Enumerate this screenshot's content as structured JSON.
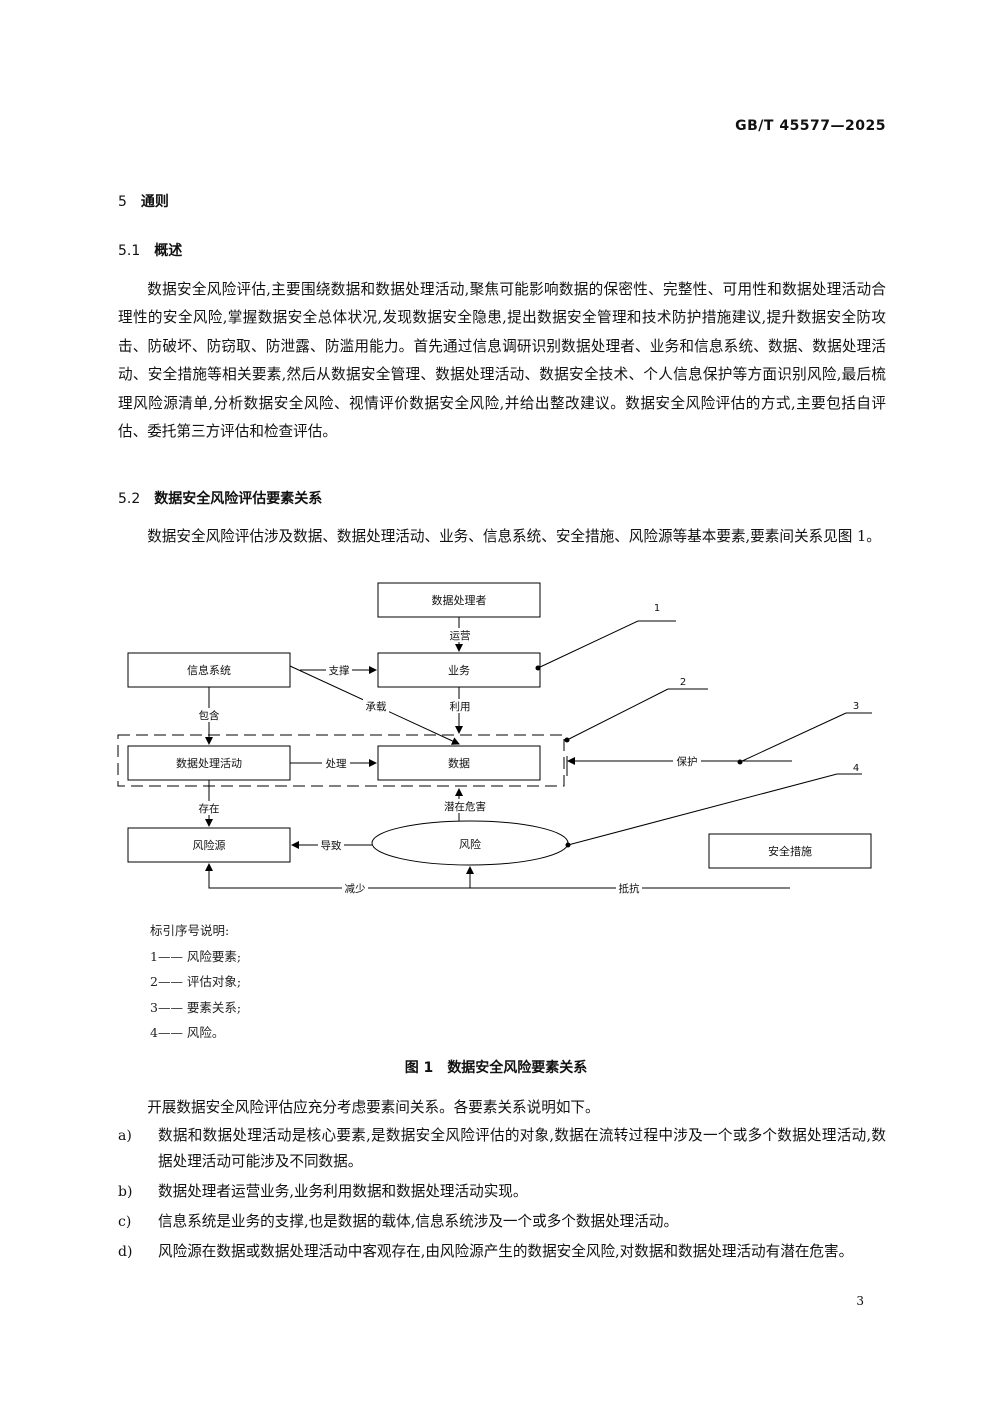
{
  "header": {
    "standard_no": "GB/T 45577—2025"
  },
  "section5": {
    "number": "5",
    "title": "通则"
  },
  "section5_1": {
    "number": "5.1",
    "title": "概述",
    "paragraph": "数据安全风险评估,主要围绕数据和数据处理活动,聚焦可能影响数据的保密性、完整性、可用性和数据处理活动合理性的安全风险,掌握数据安全总体状况,发现数据安全隐患,提出数据安全管理和技术防护措施建议,提升数据安全防攻击、防破坏、防窃取、防泄露、防滥用能力。首先通过信息调研识别数据处理者、业务和信息系统、数据、数据处理活动、安全措施等相关要素,然后从数据安全管理、数据处理活动、数据安全技术、个人信息保护等方面识别风险,最后梳理风险源清单,分析数据安全风险、视情评价数据安全风险,并给出整改建议。数据安全风险评估的方式,主要包括自评估、委托第三方评估和检查评估。"
  },
  "section5_2": {
    "number": "5.2",
    "title": "数据安全风险评估要素关系",
    "paragraph": "数据安全风险评估涉及数据、数据处理活动、业务、信息系统、安全措施、风险源等基本要素,要素间关系见图 1。"
  },
  "figure": {
    "boxes": {
      "processor": "数据处理者",
      "business": "业务",
      "info_system": "信息系统",
      "activity": "数据处理活动",
      "data": "数据",
      "risk_source": "风险源",
      "risk": "风险",
      "measures": "安全措施"
    },
    "edges": {
      "operate": "运营",
      "support": "支撑",
      "carry": "承载",
      "use": "利用",
      "contain": "包含",
      "process": "处理",
      "protect": "保护",
      "exist": "存在",
      "potential_harm": "潜在危害",
      "cause": "导致",
      "reduce": "减少",
      "resist": "抵抗"
    },
    "callouts": [
      "1",
      "2",
      "3",
      "4"
    ],
    "legend_title": "标引序号说明:",
    "legend": [
      "1—— 风险要素;",
      "2—— 评估对象;",
      "3—— 要素关系;",
      "4—— 风险。"
    ],
    "caption_number": "图 1",
    "caption_title": "数据安全风险要素关系"
  },
  "explanation": {
    "intro": "开展数据安全风险评估应充分考虑要素间关系。各要素关系说明如下。",
    "items": [
      {
        "marker": "a)",
        "text": "数据和数据处理活动是核心要素,是数据安全风险评估的对象,数据在流转过程中涉及一个或多个数据处理活动,数据处理活动可能涉及不同数据。"
      },
      {
        "marker": "b)",
        "text": "数据处理者运营业务,业务利用数据和数据处理活动实现。"
      },
      {
        "marker": "c)",
        "text": "信息系统是业务的支撑,也是数据的载体,信息系统涉及一个或多个数据处理活动。"
      },
      {
        "marker": "d)",
        "text": "风险源在数据或数据处理活动中客观存在,由风险源产生的数据安全风险,对数据和数据处理活动有潜在危害。"
      }
    ]
  },
  "footer": {
    "page_number": "3"
  }
}
